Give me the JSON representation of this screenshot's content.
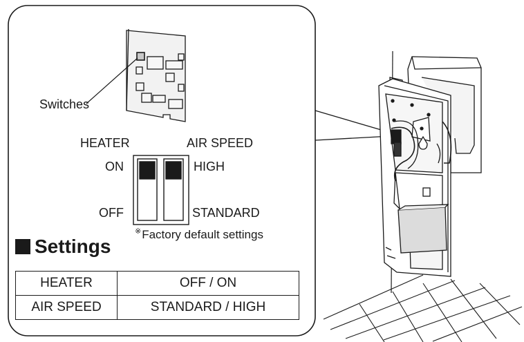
{
  "labels": {
    "switches": "Switches",
    "heater": "HEATER",
    "air_speed": "AIR SPEED",
    "on": "ON",
    "off": "OFF",
    "high": "HIGH",
    "standard": "STANDARD",
    "note_mark": "※",
    "note": "Factory default settings"
  },
  "settings": {
    "title": "Settings",
    "rows": [
      {
        "name": "HEATER",
        "values": "OFF / ON"
      },
      {
        "name": "AIR SPEED",
        "values": "STANDARD / HIGH"
      }
    ]
  },
  "switch_states": {
    "heater": "ON",
    "air_speed": "HIGH"
  }
}
